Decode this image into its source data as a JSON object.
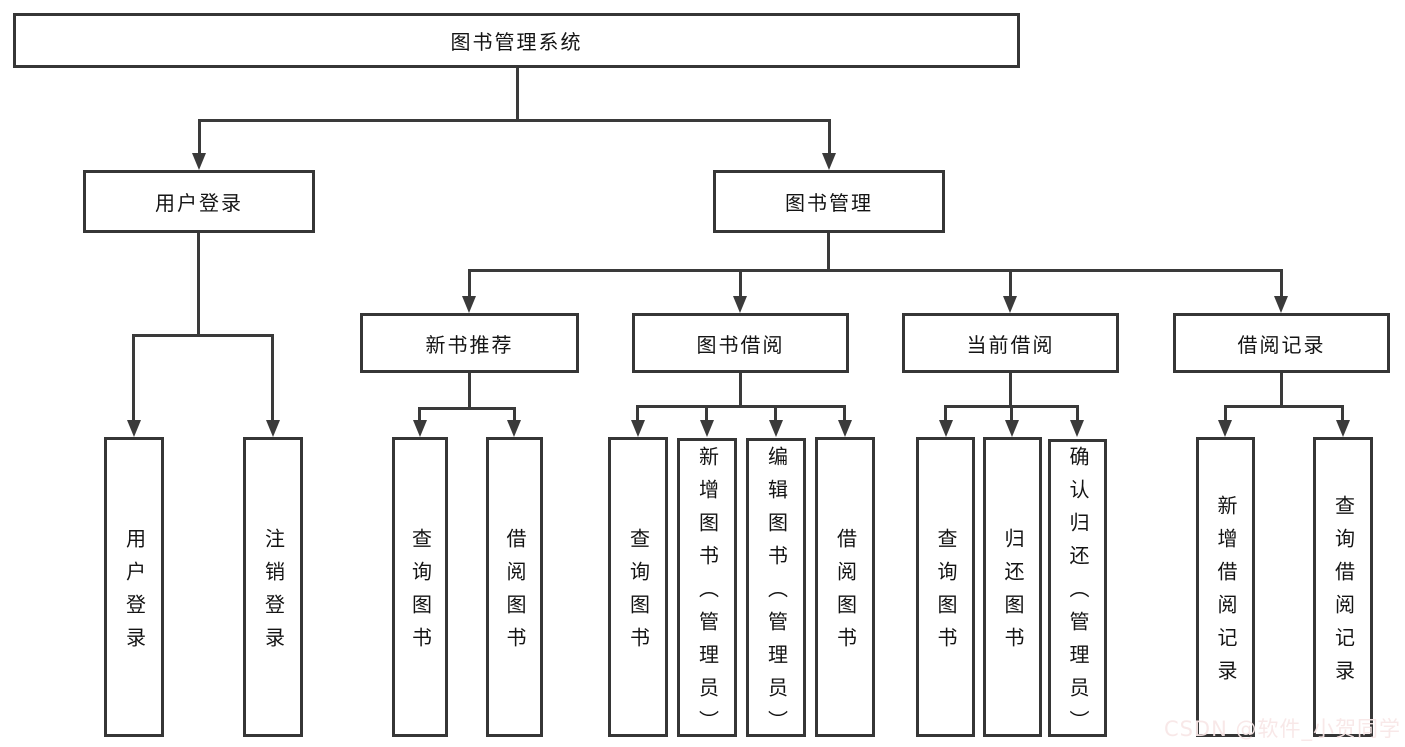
{
  "diagram": {
    "root": "图书管理系统",
    "branches": [
      {
        "label": "用户登录",
        "children": [
          "用户登录",
          "注销登录"
        ]
      },
      {
        "label": "图书管理",
        "sections": [
          {
            "label": "新书推荐",
            "children": [
              "查询图书",
              "借阅图书"
            ]
          },
          {
            "label": "图书借阅",
            "children": [
              "查询图书",
              "新增图书（管理员）",
              "编辑图书（管理员）",
              "借阅图书"
            ]
          },
          {
            "label": "当前借阅",
            "children": [
              "查询图书",
              "归还图书",
              "确认归还（管理员）"
            ]
          },
          {
            "label": "借阅记录",
            "children": [
              "新增借阅记录",
              "查询借阅记录"
            ]
          }
        ]
      }
    ]
  },
  "watermark": "CSDN @软件_小贺同学",
  "colors": {
    "line": "#3a3a3a",
    "box_border": "#363636",
    "text": "#141414",
    "background": "#ffffff",
    "watermark_text": "#f8e7e7"
  }
}
